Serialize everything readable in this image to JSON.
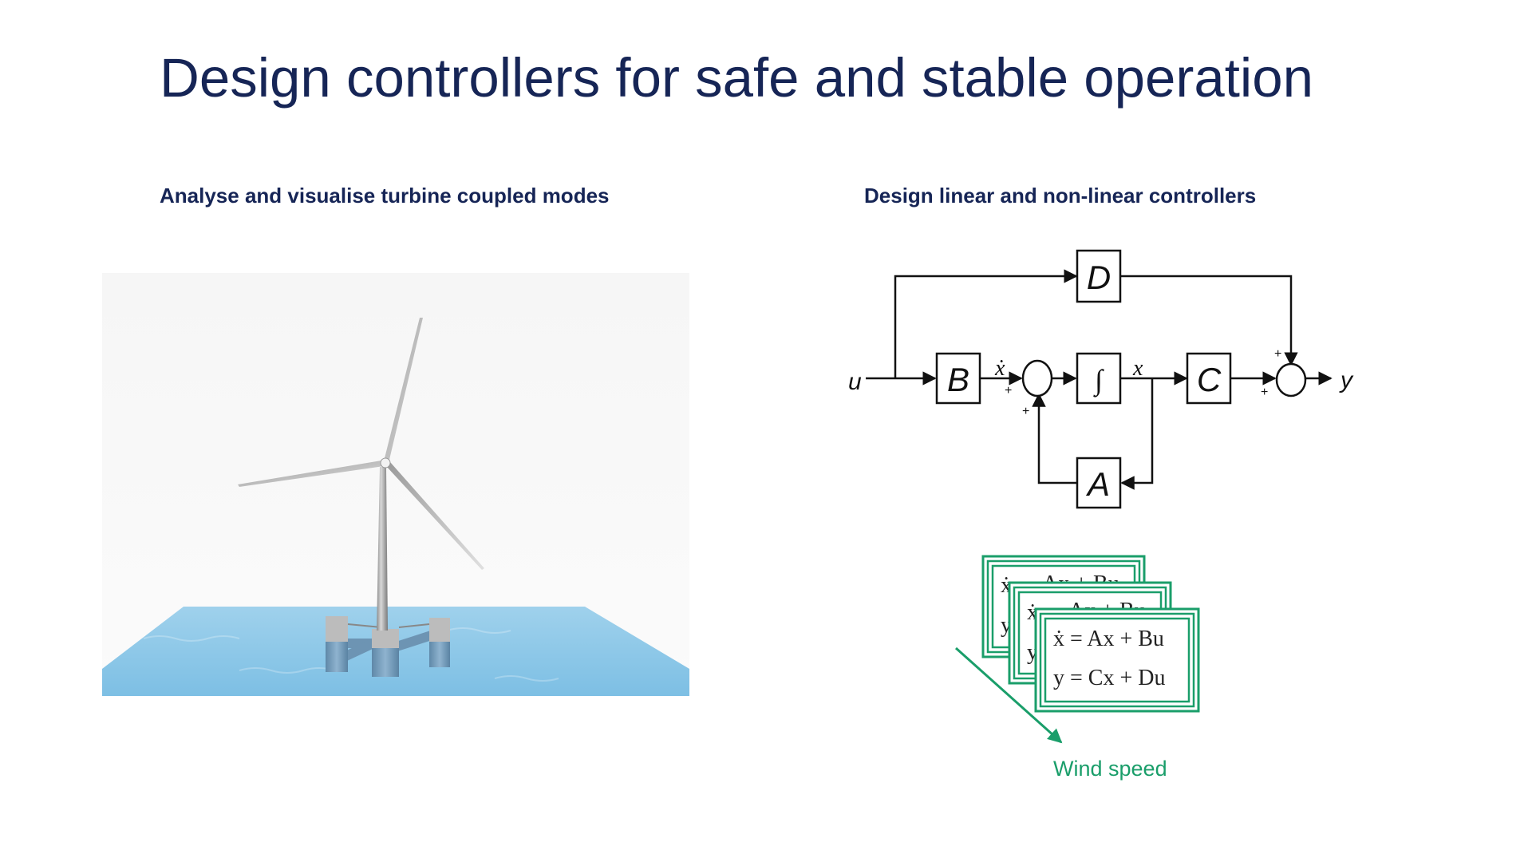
{
  "slide": {
    "title": "Design controllers for safe and stable operation",
    "left_heading": "Analyse and visualise turbine coupled modes",
    "right_heading": "Design linear and non-linear controllers"
  },
  "block_diagram": {
    "blocks": {
      "D": "D",
      "B": "B",
      "integrator": "∫",
      "C": "C",
      "A": "A"
    },
    "signals": {
      "input": "u",
      "state_derivative": "ẋ",
      "state": "x",
      "output": "y"
    },
    "plus_sign": "+"
  },
  "state_space": {
    "equation_1": "ẋ = Ax + Bu",
    "equation_2": "y = Cx + Du",
    "back_fragment_1": "ẋ",
    "back_fragment_2": "y",
    "back_fragment_top": "Ax + Bu",
    "scheduling_label": "Wind speed"
  },
  "colors": {
    "title": "#162556",
    "accent_green": "#1a9e6a",
    "water": "#8ec8e8",
    "diagram_line": "#111111"
  }
}
